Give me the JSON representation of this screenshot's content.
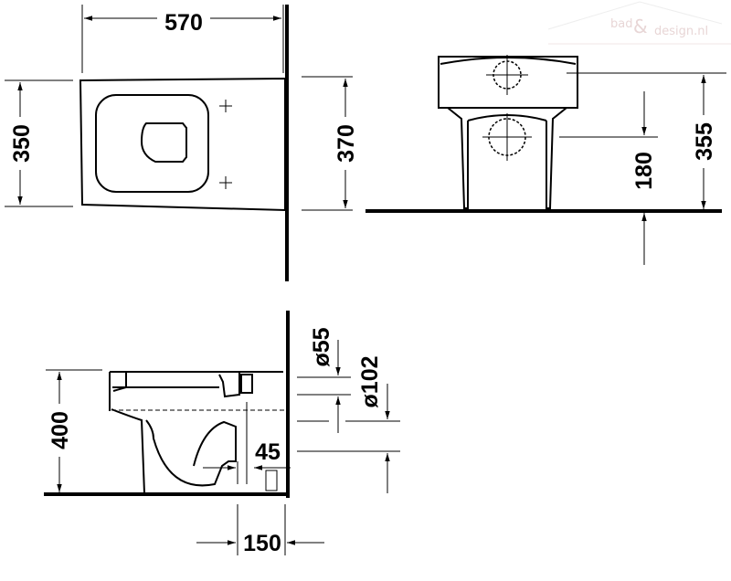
{
  "logo": {
    "text_left": "bad",
    "ampersand": "&",
    "text_right": "design.nl"
  },
  "top_view": {
    "width_label": "570",
    "depth_label": "350",
    "wall_depth_label": "370"
  },
  "front_view": {
    "outlet_height_label": "180",
    "total_height_label": "355"
  },
  "side_view": {
    "height_label": "400",
    "inlet_diameter_label": "ø55",
    "outlet_diameter_label": "ø102",
    "offset_label": "45",
    "wall_distance_label": "150"
  },
  "colors": {
    "line": "#000000",
    "logo": "#e8d6d6"
  }
}
